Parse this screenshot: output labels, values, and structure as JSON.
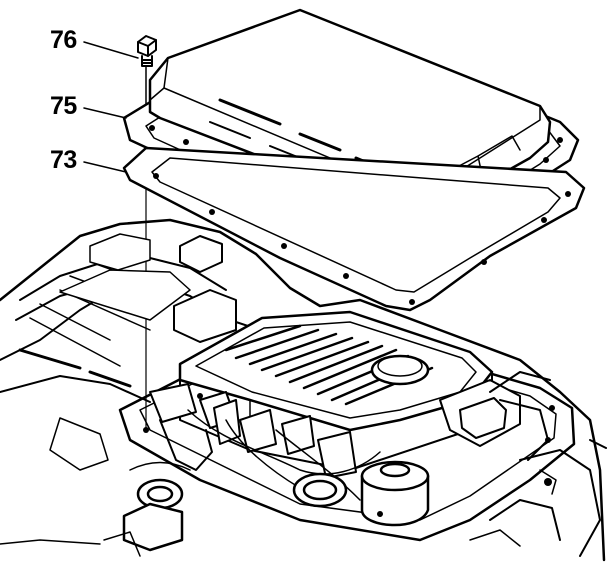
{
  "callouts": [
    {
      "id": "76",
      "label": "76"
    },
    {
      "id": "75",
      "label": "75"
    },
    {
      "id": "73",
      "label": "73"
    }
  ],
  "colors": {
    "line": "#000000",
    "background": "#ffffff"
  }
}
